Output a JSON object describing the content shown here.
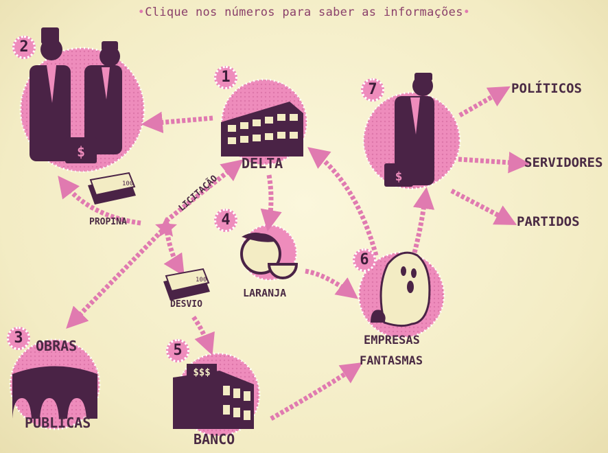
{
  "header": {
    "title": "Clique nos números para saber as informações"
  },
  "nodes": {
    "delta": {
      "number": "1",
      "label": "DELTA"
    },
    "suits": {
      "number": "2"
    },
    "obras": {
      "number": "3",
      "label_top": "OBRAS",
      "label_bottom": "PÚBLICAS"
    },
    "laranja": {
      "number": "4",
      "label": "LARANJA"
    },
    "banco": {
      "number": "5",
      "label": "BANCO",
      "sign": "$$$"
    },
    "empresas": {
      "number": "6",
      "label_line1": "EMPRESAS",
      "label_line2": "FANTASMAS"
    },
    "politician": {
      "number": "7",
      "targets": [
        "POLÍTICOS",
        "SERVIDORES",
        "PARTIDOS"
      ]
    }
  },
  "flow_labels": {
    "licitacao": "LICITAÇÃO",
    "propina": "PROPINA",
    "desvio": "DESVIO"
  },
  "money_label": "100",
  "briefcase_symbol": "$",
  "colors": {
    "pink": "#ee8cbc",
    "dark": "#3d1d3a",
    "text": "#4a2a44",
    "accent": "#e07ab0"
  }
}
